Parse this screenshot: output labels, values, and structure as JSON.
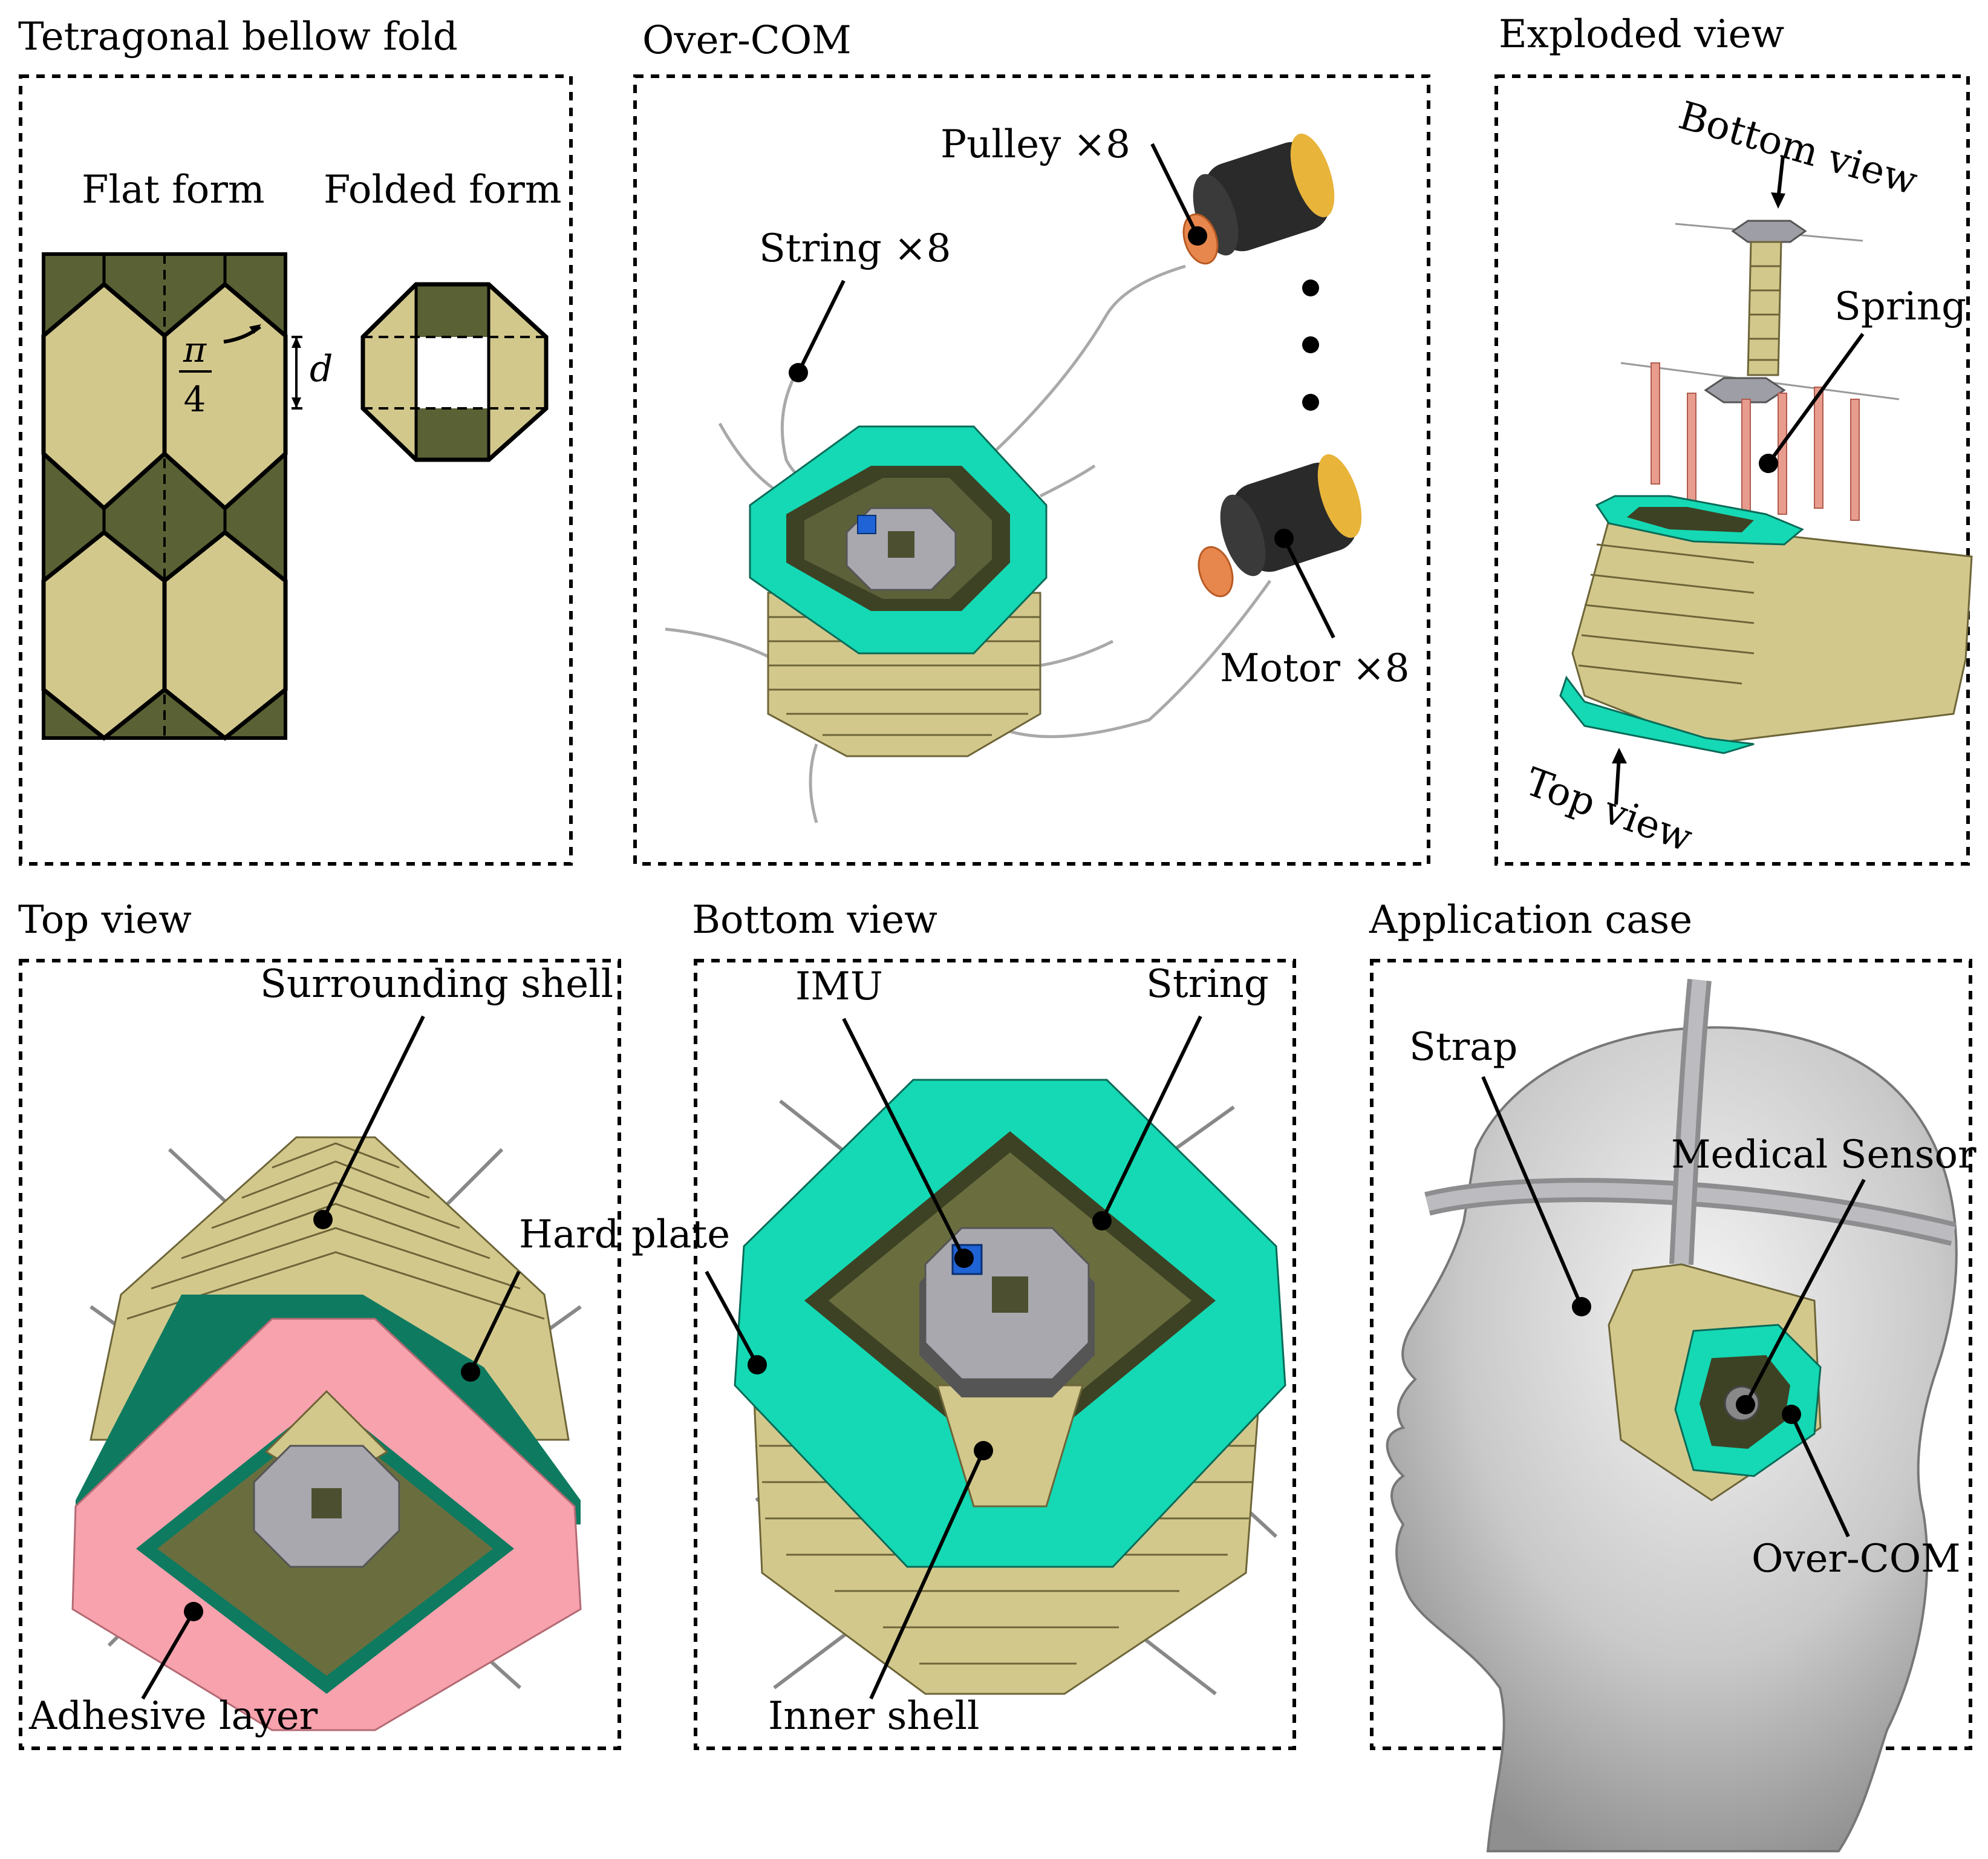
{
  "panels": {
    "tetragonal": {
      "title": "Tetragonal bellow fold",
      "flat_label": "Flat form",
      "folded_label": "Folded form",
      "angle_num": "π",
      "angle_den": "4",
      "dim_label": "d"
    },
    "overcom": {
      "title": "Over-COM",
      "pulley": "Pulley ×8",
      "string": "String ×8",
      "motor": "Motor ×8"
    },
    "exploded": {
      "title": "Exploded view",
      "bottom_view": "Bottom view",
      "spring": "Spring",
      "top_view": "Top view"
    },
    "topview": {
      "title": "Top view",
      "surrounding_shell": "Surrounding shell",
      "hard_plate": "Hard plate",
      "adhesive_layer": "Adhesive layer"
    },
    "bottomview": {
      "title": "Bottom view",
      "imu": "IMU",
      "string": "String",
      "inner_shell": "Inner shell"
    },
    "application": {
      "title": "Application case",
      "strap": "Strap",
      "medical_sensor": "Medical Sensor",
      "overcom": "Over-COM"
    }
  },
  "colors": {
    "olive": "#5a6134",
    "khaki": "#d3c88c",
    "teal": "#14d9b4",
    "pink": "#f7a2ad",
    "copper": "#e8874d"
  }
}
